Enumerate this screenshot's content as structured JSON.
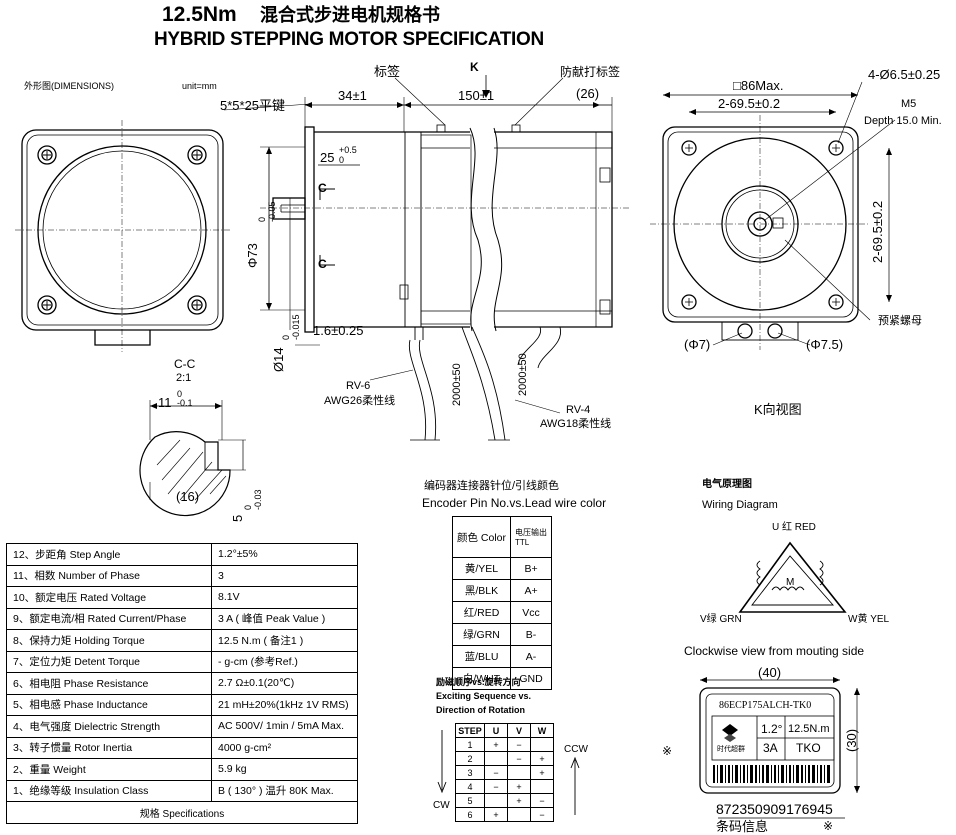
{
  "title": {
    "main_num": "12.5Nm",
    "main_cn": "混合式步进电机规格书",
    "subtitle": "HYBRID STEPPING MOTOR SPECIFICATION"
  },
  "dimensions": {
    "section_label": "外形图(DIMENSIONS)",
    "unit": "unit=mm",
    "key": "5*5*25平键",
    "len_34": "34±1",
    "len_150": "150±1",
    "len_26": "(26)",
    "label_tag": "标签",
    "anti_counterfeit": "防献打标签",
    "k_arrow": "K",
    "key_len": "25",
    "key_tol": "+0.5",
    "key_tol_low": "0",
    "dia_73": "Φ73",
    "dia_73_tol": "0\n-0.05",
    "dia_14": "Ø14",
    "dia_14_tol": "0\n-0.015",
    "len_16": "1.6±0.25",
    "section_mark": "C",
    "rv6": "RV-6",
    "awg26": "AWG26柔性线",
    "len_2000a": "2000±50",
    "len_2000b": "2000±50",
    "rv4": "RV-4",
    "awg18": "AWG18柔性线",
    "square_86": "□86Max.",
    "holes_4": "4-Ø6.5±0.25",
    "pitch_h": "2-69.5±0.2",
    "pitch_v": "2-69.5±0.2",
    "m5": "M5",
    "depth": "Depth 15.0 Min.",
    "nut_label": "预紧螺母",
    "d7": "(Φ7)",
    "d75": "(Φ7.5)",
    "k_view": "K向视图",
    "cc": "C-C",
    "cc_scale": "2:1",
    "cc_11": "11",
    "cc_11_tol": "0\n-0.1",
    "cc_16": "(16)",
    "cc_5": "5",
    "cc_5_tol": "0\n-0.03"
  },
  "spec_table": {
    "rows": [
      {
        "label": "12、步距角 Step Angle",
        "value": "1.2°±5%"
      },
      {
        "label": "11、相数 Number of Phase",
        "value": "3"
      },
      {
        "label": "10、额定电压 Rated Voltage",
        "value": "8.1V"
      },
      {
        "label": "9、额定电流/相 Rated Current/Phase",
        "value": "3 A ( 峰值 Peak Value )"
      },
      {
        "label": "8、保持力矩  Holding Torque",
        "value": "12.5 N.m  ( 备注1 )"
      },
      {
        "label": "7、定位力矩  Detent Torque",
        "value": "- g-cm (参考Ref.)"
      },
      {
        "label": "6、相电阻 Phase Resistance",
        "value": "2.7 Ω±0.1(20℃)"
      },
      {
        "label": "5、相电感 Phase Inductance",
        "value": "21 mH±20%(1kHz 1V RMS)"
      },
      {
        "label": "4、电气强度 Dielectric Strength",
        "value": "AC 500V/ 1min / 5mA Max."
      },
      {
        "label": "3、转子惯量 Rotor Inertia",
        "value": "4000 g-cm²"
      },
      {
        "label": "2、重量 Weight",
        "value": "5.9 kg"
      },
      {
        "label": "1、绝缘等级 Insulation Class",
        "value": "B ( 130° ) 温升  80K Max."
      }
    ],
    "footer": "规格  Specifications"
  },
  "encoder": {
    "title_cn": "编码器连接器针位/引线颜色",
    "title_en": "Encoder Pin No.vs.Lead wire color",
    "head_color": "颜色 Color",
    "head_ttl": "电压输出\nTTL",
    "rows": [
      {
        "color": "黄/YEL",
        "signal": "B+"
      },
      {
        "color": "黑/BLK",
        "signal": "A+"
      },
      {
        "color": "红/RED",
        "signal": "Vcc"
      },
      {
        "color": "绿/GRN",
        "signal": "B-"
      },
      {
        "color": "蓝/BLU",
        "signal": "A-"
      },
      {
        "color": "白/WHT",
        "signal": "GND"
      }
    ]
  },
  "wiring": {
    "title_cn": "电气原理图",
    "title_en": "Wiring Diagram",
    "u": "U 红 RED",
    "v": "V绿 GRN",
    "w": "W黄 YEL",
    "m": "M",
    "cw_view": "Clockwise view from mouting side"
  },
  "sequence": {
    "title_cn": "励磁顺序vs.旋转方向",
    "title_en1": "Exciting Sequence vs.",
    "title_en2": "Direction of Rotation",
    "headers": [
      "STEP",
      "U",
      "V",
      "W"
    ],
    "rows": [
      [
        "1",
        "+",
        "−",
        ""
      ],
      [
        "2",
        "",
        "−",
        "+"
      ],
      [
        "3",
        "−",
        "",
        "+"
      ],
      [
        "4",
        "−",
        "+",
        ""
      ],
      [
        "5",
        "",
        "+",
        "−"
      ],
      [
        "6",
        "+",
        "",
        "−"
      ]
    ],
    "ccw": "CCW",
    "cw": "CW"
  },
  "label": {
    "width": "(40)",
    "height": "(30)",
    "model": "86ECP175ALCH-TK0",
    "angle": "1.2°",
    "torque": "12.5N.m",
    "current": "3A",
    "code": "TKO",
    "brand": "时代超群",
    "barcode_no": "872350909176945",
    "barcode_label": "条码信息",
    "note_mark": "※"
  }
}
